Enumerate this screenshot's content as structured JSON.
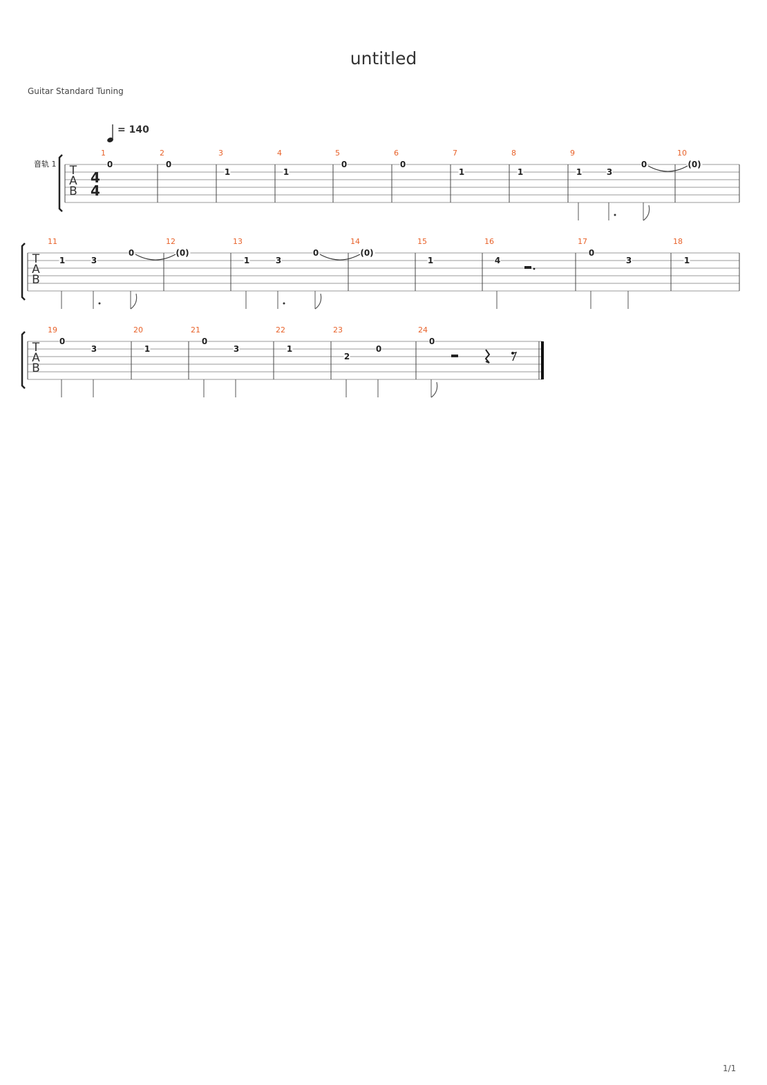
{
  "title": "untitled",
  "tuning": "Guitar Standard Tuning",
  "tempo": "= 140",
  "track_name": "音轨 1",
  "time_signature": {
    "top": "4",
    "bottom": "4"
  },
  "tab_letters": [
    "T",
    "A",
    "B"
  ],
  "page_number": "1/1",
  "colors": {
    "measure_number": "#e8622a",
    "staff": "#999999",
    "text": "#222222"
  },
  "measures": [
    {
      "n": "1",
      "notes": [
        {
          "fret": "0",
          "string": 1
        }
      ]
    },
    {
      "n": "2",
      "notes": [
        {
          "fret": "0",
          "string": 1
        }
      ]
    },
    {
      "n": "3",
      "notes": [
        {
          "fret": "1",
          "string": 2
        }
      ]
    },
    {
      "n": "4",
      "notes": [
        {
          "fret": "1",
          "string": 2
        }
      ]
    },
    {
      "n": "5",
      "notes": [
        {
          "fret": "0",
          "string": 1
        }
      ]
    },
    {
      "n": "6",
      "notes": [
        {
          "fret": "0",
          "string": 1
        }
      ]
    },
    {
      "n": "7",
      "notes": [
        {
          "fret": "1",
          "string": 2
        }
      ]
    },
    {
      "n": "8",
      "notes": [
        {
          "fret": "1",
          "string": 2
        }
      ]
    },
    {
      "n": "9",
      "notes": [
        {
          "fret": "1",
          "string": 2
        },
        {
          "fret": "3",
          "string": 2
        },
        {
          "fret": "0",
          "string": 1
        }
      ]
    },
    {
      "n": "10",
      "notes": [
        {
          "fret": "(0)",
          "string": 1
        }
      ]
    },
    {
      "n": "11",
      "notes": [
        {
          "fret": "1",
          "string": 2
        },
        {
          "fret": "3",
          "string": 2
        },
        {
          "fret": "0",
          "string": 1
        }
      ]
    },
    {
      "n": "12",
      "notes": [
        {
          "fret": "(0)",
          "string": 1
        }
      ]
    },
    {
      "n": "13",
      "notes": [
        {
          "fret": "1",
          "string": 2
        },
        {
          "fret": "3",
          "string": 2
        },
        {
          "fret": "0",
          "string": 1
        }
      ]
    },
    {
      "n": "14",
      "notes": [
        {
          "fret": "(0)",
          "string": 1
        }
      ]
    },
    {
      "n": "15",
      "notes": [
        {
          "fret": "1",
          "string": 2
        }
      ]
    },
    {
      "n": "16",
      "notes": [
        {
          "fret": "4",
          "string": 2
        }
      ]
    },
    {
      "n": "17",
      "notes": [
        {
          "fret": "0",
          "string": 1
        },
        {
          "fret": "3",
          "string": 2
        }
      ]
    },
    {
      "n": "18",
      "notes": [
        {
          "fret": "1",
          "string": 2
        }
      ]
    },
    {
      "n": "19",
      "notes": [
        {
          "fret": "0",
          "string": 1
        },
        {
          "fret": "3",
          "string": 2
        }
      ]
    },
    {
      "n": "20",
      "notes": [
        {
          "fret": "1",
          "string": 2
        }
      ]
    },
    {
      "n": "21",
      "notes": [
        {
          "fret": "0",
          "string": 1
        },
        {
          "fret": "3",
          "string": 2
        }
      ]
    },
    {
      "n": "22",
      "notes": [
        {
          "fret": "1",
          "string": 2
        }
      ]
    },
    {
      "n": "23",
      "notes": [
        {
          "fret": "2",
          "string": 3
        },
        {
          "fret": "0",
          "string": 2
        }
      ]
    },
    {
      "n": "24",
      "notes": [
        {
          "fret": "0",
          "string": 1
        }
      ]
    }
  ]
}
